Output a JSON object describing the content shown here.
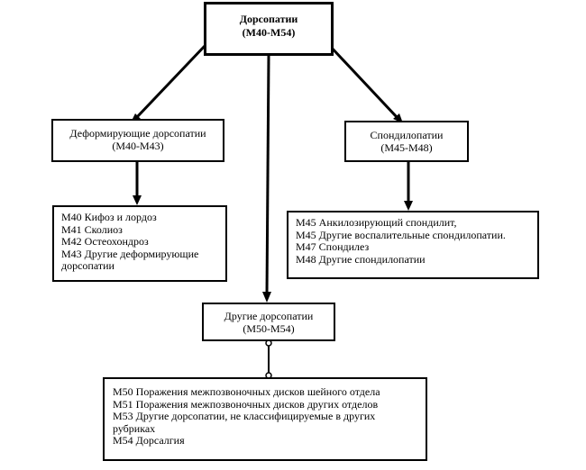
{
  "root": {
    "title": "Дорсопатии",
    "code": "(M40-M54)"
  },
  "left": {
    "title": "Деформирующие дорсопатии",
    "code": "(М40-М43)",
    "items": [
      "М40 Кифоз и лордоз",
      "М41 Сколиоз",
      "М42 Остеохондроз",
      "М43 Другие деформирующие дорсопатии"
    ]
  },
  "right": {
    "title": "Спондилопатии",
    "code": "(М45-М48)",
    "items": [
      "М45 Анкилозирующий спондилит,",
      "М45 Другие воспалительные спондилопатии.",
      "М47 Спондилез",
      "М48 Другие спондилопатии"
    ]
  },
  "bottom": {
    "title": "Другие дорсопатии",
    "code": "(М50-М54)",
    "items": [
      "М50 Поражения межпозвоночных дисков шейного отдела",
      "М51 Поражения межпозвоночных дисков других отделов",
      "М53 Другие дорсопатии, не классифицируемые в других рубриках",
      "М54 Дорсалгия"
    ]
  }
}
